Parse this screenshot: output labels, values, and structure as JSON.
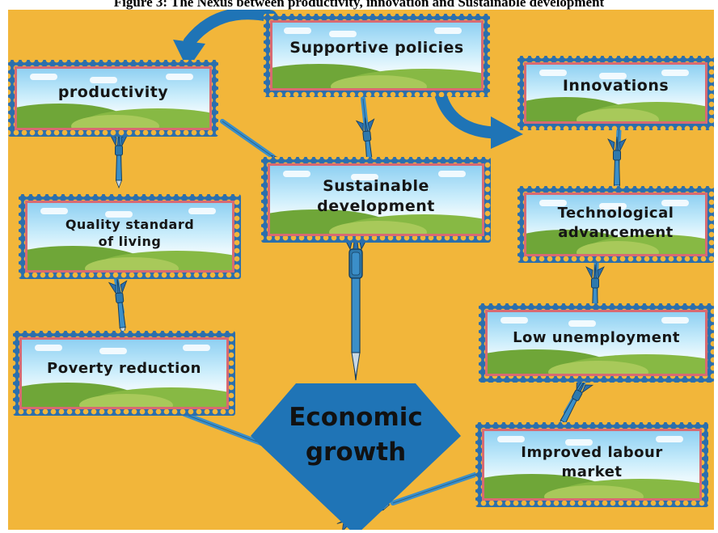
{
  "figure": {
    "caption": "Figure 3: The Nexus between productivity, innovation and Sustainable development"
  },
  "nodes": {
    "supportive_policies": "Supportive policies",
    "productivity": "productivity",
    "innovations": "Innovations",
    "sustainable_development": "Sustainable development",
    "quality_standard": "Quality standard of living",
    "technological_advancement": "Technological advancement",
    "poverty_reduction": "Poverty reduction",
    "low_unemployment": "Low unemployment",
    "economic_growth": "Economic growth",
    "improved_labour_market": "Improved labour market"
  },
  "colors": {
    "background": "#f2b63a",
    "stamp_edge": "#2b6fad",
    "stamp_frame": "#d86a72",
    "diamond": "#1f74b6",
    "dart": "#3b8fc9"
  }
}
